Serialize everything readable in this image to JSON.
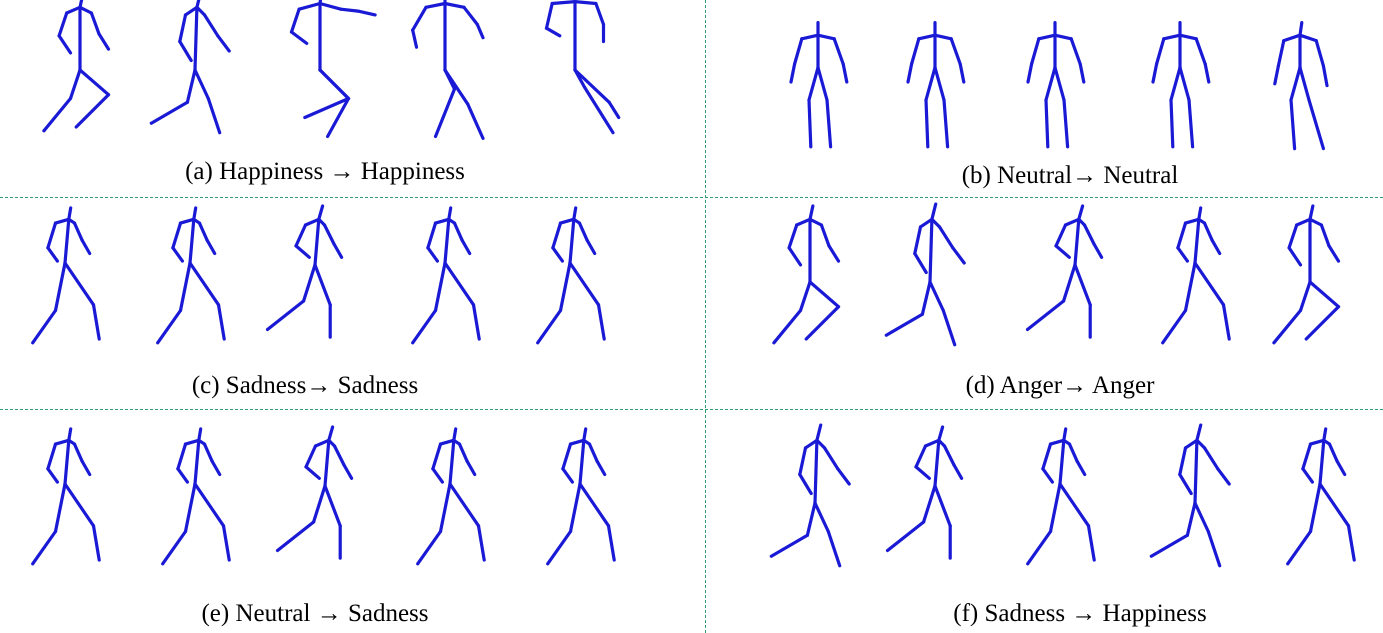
{
  "stroke_color": "#1a1ad6",
  "divider_color": "#2e9e72",
  "panels": [
    {
      "caption": "(a) Happiness → Happiness",
      "source_emotion": "Happiness",
      "target_emotion": "Happiness",
      "frame_count": 5
    },
    {
      "caption": "(b) Neutral→ Neutral",
      "source_emotion": "Neutral",
      "target_emotion": "Neutral",
      "frame_count": 5
    },
    {
      "caption": "(c) Sadness→ Sadness",
      "source_emotion": "Sadness",
      "target_emotion": "Sadness",
      "frame_count": 5
    },
    {
      "caption": "(d) Anger→ Anger",
      "source_emotion": "Anger",
      "target_emotion": "Anger",
      "frame_count": 5
    },
    {
      "caption": "(e) Neutral → Sadness",
      "source_emotion": "Neutral",
      "target_emotion": "Sadness",
      "frame_count": 5
    },
    {
      "caption": "(f) Sadness → Happiness",
      "source_emotion": "Sadness",
      "target_emotion": "Happiness",
      "frame_count": 5
    }
  ]
}
